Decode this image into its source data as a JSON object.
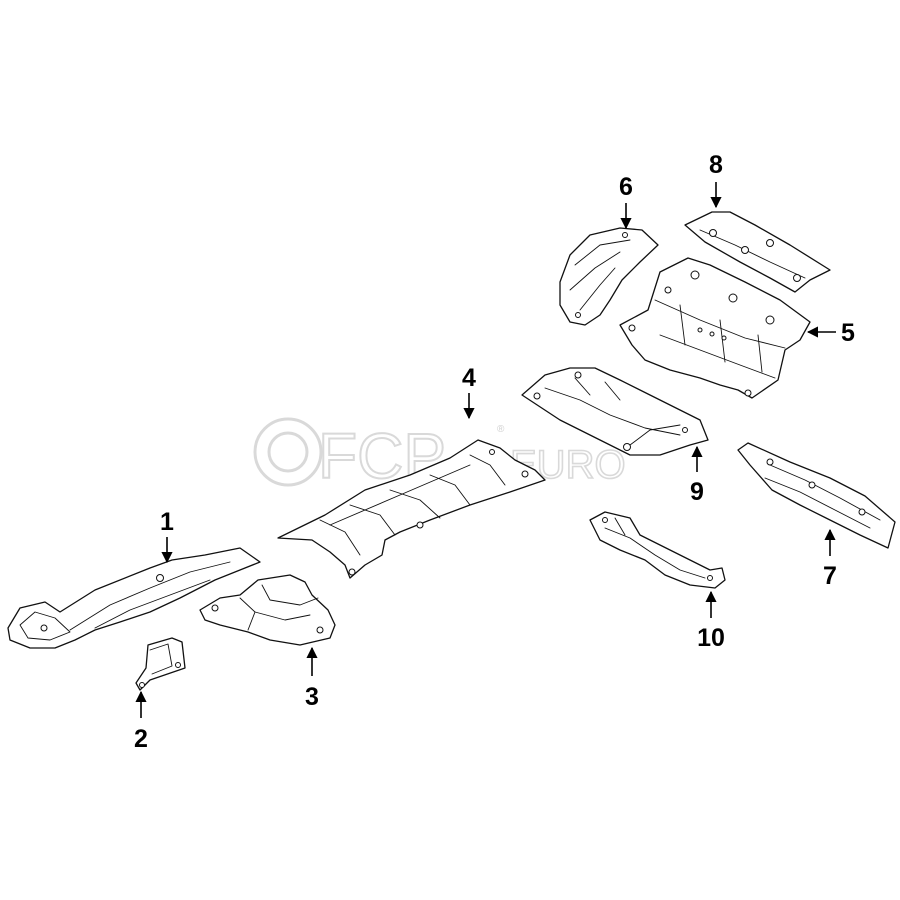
{
  "watermark": {
    "brand": "FCP",
    "suffix": "EURO",
    "mark": "®"
  },
  "callouts": {
    "c1": "1",
    "c2": "2",
    "c3": "3",
    "c4": "4",
    "c5": "5",
    "c6": "6",
    "c7": "7",
    "c8": "8",
    "c9": "9",
    "c10": "10"
  },
  "colors": {
    "line": "#111111",
    "watermark": "#d9d9d9",
    "background": "#ffffff"
  }
}
